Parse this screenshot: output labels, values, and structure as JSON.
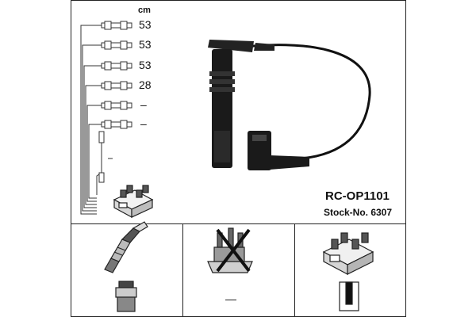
{
  "diagram": {
    "unit_label": "cm",
    "wires": [
      {
        "length": "53"
      },
      {
        "length": "53"
      },
      {
        "length": "53"
      },
      {
        "length": "28"
      },
      {
        "length": "–"
      },
      {
        "length": "–"
      }
    ],
    "set_code": "RC-OP1101",
    "stock_number": "Stock-No. 6307"
  },
  "compatibility": {
    "no_part_mark": "—"
  }
}
